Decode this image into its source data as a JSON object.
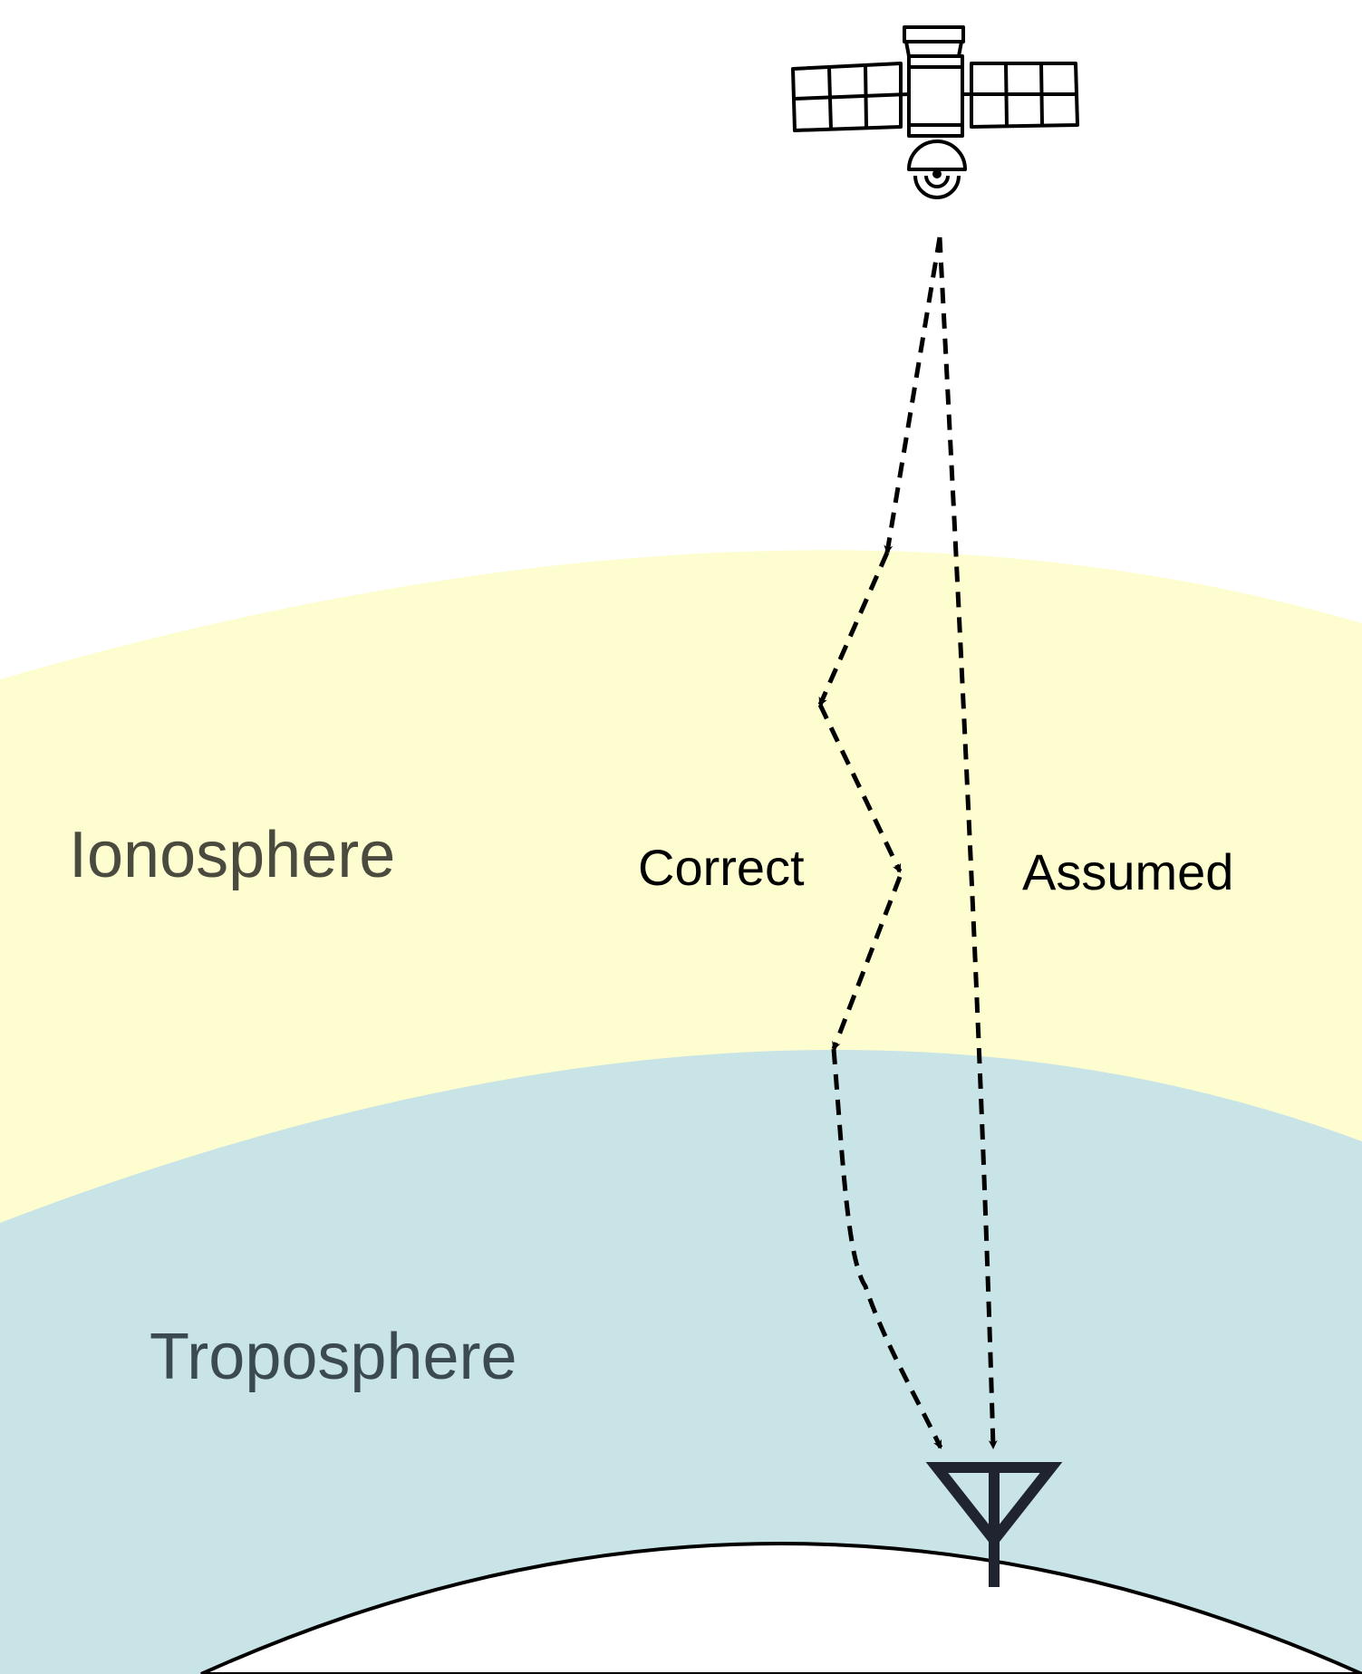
{
  "layers": {
    "ionosphere": {
      "label": "Ionosphere",
      "color": "#fdfdd0"
    },
    "troposphere": {
      "label": "Troposphere",
      "color": "#c9e4e6"
    }
  },
  "paths": {
    "correct": {
      "label": "Correct"
    },
    "assumed": {
      "label": "Assumed"
    }
  },
  "icons": {
    "satellite": "satellite-icon",
    "antenna": "antenna-icon"
  },
  "colors": {
    "antenna": "#1f2430",
    "earth": "#ffffff",
    "line": "#000000"
  }
}
